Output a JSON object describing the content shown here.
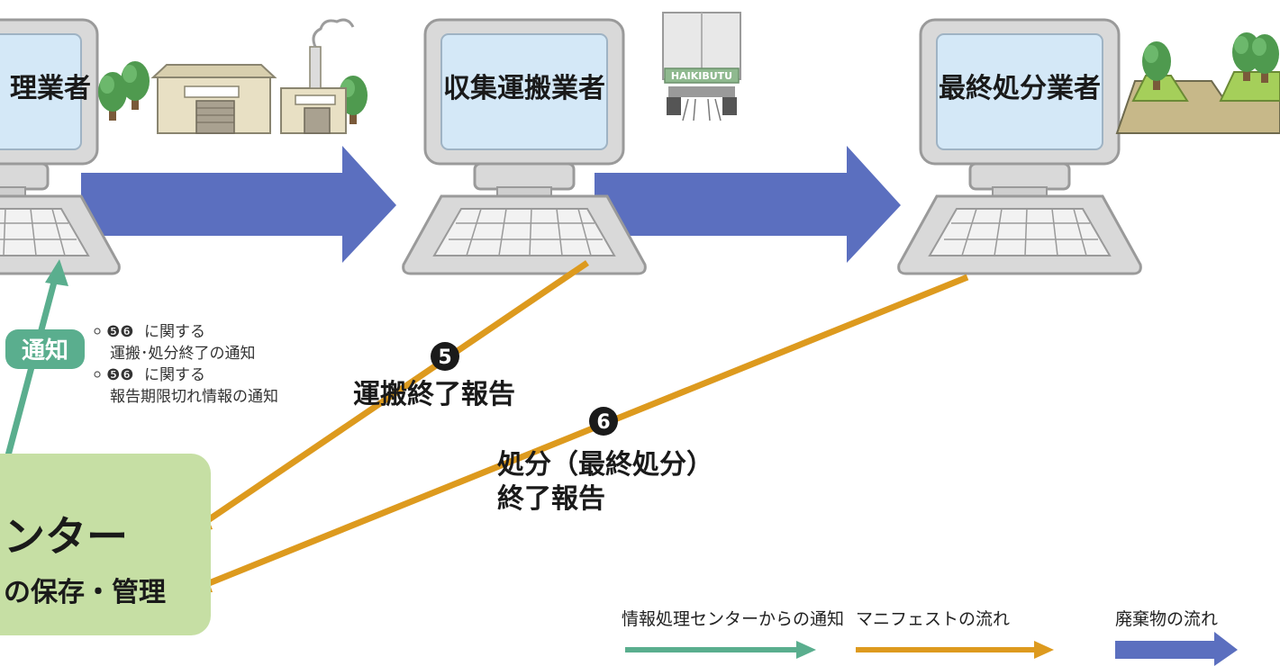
{
  "computers": [
    {
      "label": "理業者"
    },
    {
      "label": "収集運搬業者"
    },
    {
      "label": "最終処分業者"
    }
  ],
  "truck_text": "HAIKIBUTU",
  "notice": {
    "badge": "通知",
    "line1_nums": "❺❻",
    "line1_text": "に関する",
    "line2": "運搬･処分終了の通知",
    "line3_nums": "❺❻",
    "line3_text": "に関する",
    "line4": "報告期限切れ情報の通知"
  },
  "step5": {
    "num": "5",
    "label": "運搬終了報告"
  },
  "step6": {
    "num": "6",
    "label_line1": "処分（最終処分）",
    "label_line2": "終了報告"
  },
  "center": {
    "title": "ンター",
    "subtitle": "の保存・管理"
  },
  "legend": [
    {
      "label": "情報処理センターからの通知",
      "color": "#5aae8e"
    },
    {
      "label": "マニフェストの流れ",
      "color": "#dd9a1e"
    },
    {
      "label": "廃棄物の流れ",
      "color": "#5b6fbf"
    }
  ],
  "colors": {
    "waste_arrow": "#5b6fbf",
    "manifest_arrow": "#dd9a1e",
    "notify_arrow": "#5aae8e",
    "center_box": "#c6dfa4",
    "screen": "#d4e8f7"
  }
}
